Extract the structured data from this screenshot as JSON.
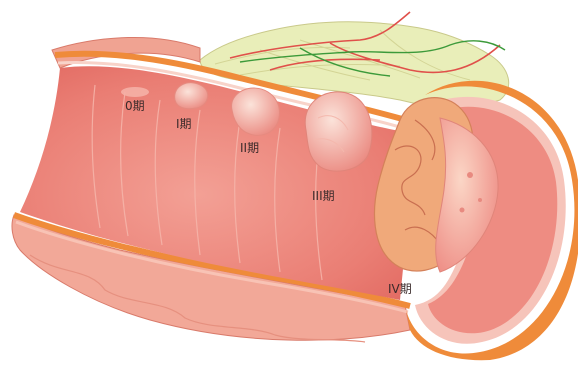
{
  "figure": {
    "stages": [
      {
        "id": "stage-0",
        "label": "0期"
      },
      {
        "id": "stage-1",
        "label": "I期"
      },
      {
        "id": "stage-2",
        "label": "II期"
      },
      {
        "id": "stage-3",
        "label": "III期"
      },
      {
        "id": "stage-4",
        "label": "IV期"
      }
    ],
    "colors": {
      "lumen": "#ef8f83",
      "wall_outer": "#f2a898",
      "muscle_band": "#ef8b3a",
      "mucosa_edge": "#f7c9c2",
      "fat_tissue": "#e8edb8",
      "vessel_red": "#e0504a",
      "vessel_green": "#3c9a3a",
      "tumor_orange": "#f0a97a"
    }
  }
}
